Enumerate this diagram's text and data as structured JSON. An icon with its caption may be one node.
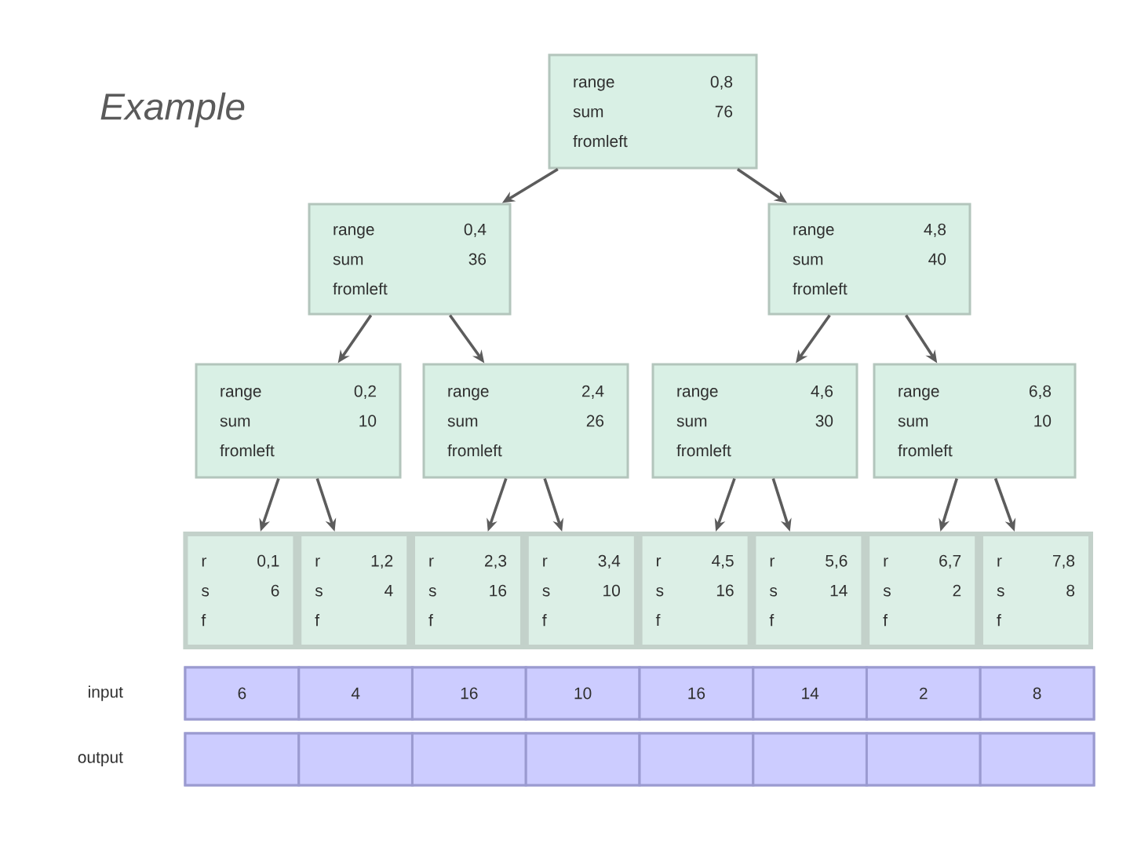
{
  "diagram": {
    "title": "Example",
    "nodes": [
      {
        "text": [
          "range",
          "0,8",
          "sum",
          "76",
          "fromleft"
        ]
      },
      {
        "text": [
          "range",
          "0,4",
          "sum",
          "36",
          "fromleft"
        ]
      },
      {
        "text": [
          "range",
          "4,8",
          "sum",
          "40",
          "fromleft"
        ]
      },
      {
        "text": [
          "range",
          "0,2",
          "sum",
          "10",
          "fromleft"
        ]
      },
      {
        "text": [
          "range",
          "2,4",
          "sum",
          "26",
          "fromleft"
        ]
      },
      {
        "text": [
          "range",
          "4,6",
          "sum",
          "30",
          "fromleft"
        ]
      },
      {
        "text": [
          "range",
          "6,8",
          "sum",
          "10",
          "fromleft"
        ]
      },
      {
        "text": [
          "r",
          "0,1",
          "s",
          "6",
          "f"
        ]
      },
      {
        "text": [
          "r",
          "1,2",
          "s",
          "4",
          "f"
        ]
      },
      {
        "text": [
          "r",
          "2,3",
          "s",
          "16",
          "f"
        ]
      },
      {
        "text": [
          "r",
          "3,4",
          "s",
          "10",
          "f"
        ]
      },
      {
        "text": [
          "r",
          "4,5",
          "s",
          "16",
          "f"
        ]
      },
      {
        "text": [
          "r",
          "5,6",
          "s",
          "14",
          "f"
        ]
      },
      {
        "text": [
          "r",
          "6,7",
          "s",
          "2",
          "f"
        ]
      },
      {
        "text": [
          "r",
          "7,8",
          "s",
          "8",
          "f"
        ]
      },
      {
        "text": [
          "input"
        ]
      },
      {
        "text": [
          "6"
        ],
        "in": 15
      },
      {
        "text": [
          "4"
        ],
        "in": 15
      },
      {
        "text": [
          "16"
        ],
        "in": 15
      },
      {
        "text": [
          "10"
        ],
        "in": 15
      },
      {
        "text": [
          "16"
        ],
        "in": 15
      },
      {
        "text": [
          "14"
        ],
        "in": 15
      },
      {
        "text": [
          "2"
        ],
        "in": 15
      },
      {
        "text": [
          "8"
        ],
        "in": 15
      },
      {
        "text": [
          "output"
        ]
      },
      {
        "text": [],
        "shape": "box",
        "in": 24
      },
      {
        "text": [],
        "shape": "box",
        "in": 24
      },
      {
        "text": [],
        "shape": "box",
        "in": 24
      },
      {
        "text": [],
        "shape": "box",
        "in": 24
      },
      {
        "text": [],
        "shape": "box",
        "in": 24
      },
      {
        "text": [],
        "shape": "box",
        "in": 24
      },
      {
        "text": [],
        "shape": "box",
        "in": 24
      },
      {
        "text": [],
        "shape": "box",
        "in": 24
      }
    ],
    "edges": [
      {
        "from": 0,
        "to": 1,
        "arrow": "to"
      },
      {
        "from": 0,
        "to": 2,
        "arrow": "to"
      },
      {
        "from": 1,
        "to": 3,
        "arrow": "to"
      },
      {
        "from": 1,
        "to": 4,
        "arrow": "to"
      },
      {
        "from": 2,
        "to": 5,
        "arrow": "to"
      },
      {
        "from": 2,
        "to": 6,
        "arrow": "to"
      },
      {
        "from": 3,
        "to": 7,
        "arrow": "to"
      },
      {
        "from": 3,
        "to": 8,
        "arrow": "to"
      },
      {
        "from": 4,
        "to": 9,
        "arrow": "to"
      },
      {
        "from": 4,
        "to": 10,
        "arrow": "to"
      },
      {
        "from": 5,
        "to": 11,
        "arrow": "to"
      },
      {
        "from": 5,
        "to": 12,
        "arrow": "to"
      },
      {
        "from": 6,
        "to": 13,
        "arrow": "to"
      },
      {
        "from": 6,
        "to": 14,
        "arrow": "to"
      }
    ]
  }
}
